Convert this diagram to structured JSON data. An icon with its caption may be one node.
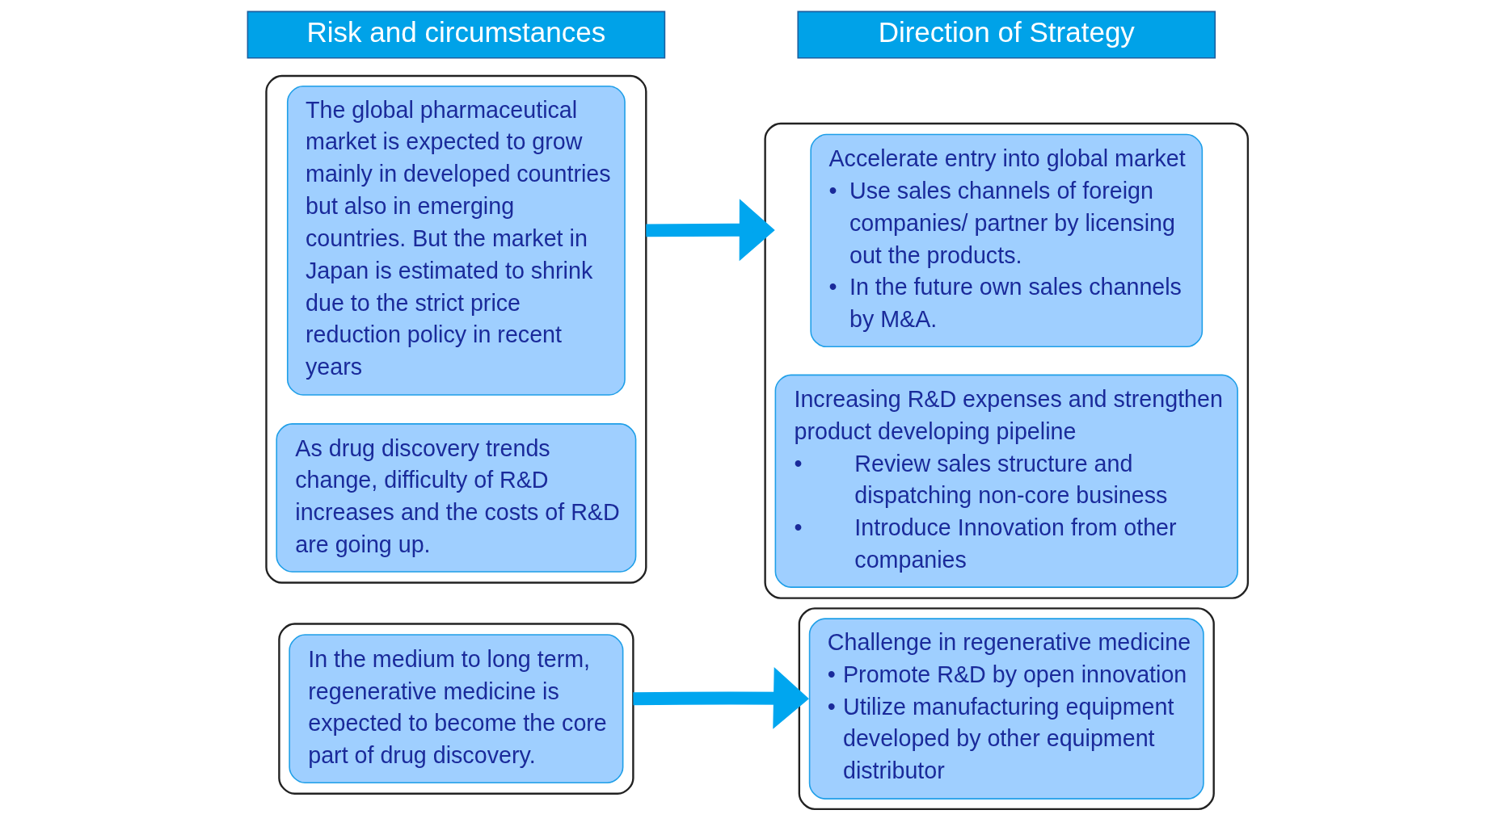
{
  "diagram": {
    "nodes": [
      {
        "text": [
          "Risk and circumstances"
        ]
      },
      {
        "text": [
          "Direction of Strategy"
        ]
      },
      {
        "text": [],
        "shape": "box"
      },
      {
        "text": [
          "The global pharmaceutical market is expected to grow mainly in developed countries but also in emerging countries. But the market in Japan is estimated to shrink due to the strict price reduction policy in recent years"
        ],
        "in": 2
      },
      {
        "text": [
          "As drug discovery trends change, difficulty of R&D increases and the costs of R&D are going up."
        ],
        "in": 2
      },
      {
        "text": [],
        "shape": "box"
      },
      {
        "text": [
          "Accelerate entry into global market",
          "• Use sales channels of foreign companies/ partner by licensing out the products.",
          "• In the future own sales channels by M&A."
        ],
        "in": 5
      },
      {
        "text": [
          "Increasing R&D expenses and strengthen product developing pipeline",
          "• Review sales structure and dispatching non-core business",
          "• Introduce Innovation from other companies"
        ],
        "in": 5
      },
      {
        "text": [],
        "shape": "box"
      },
      {
        "text": [
          "In the medium to long term, regenerative medicine is expected to become the core part of drug discovery."
        ],
        "in": 8
      },
      {
        "text": [],
        "shape": "box"
      },
      {
        "text": [
          "Challenge in regenerative medicine",
          "• Promote R&D by open innovation",
          "• Utilize manufacturing equipment developed by other equipment distributor"
        ],
        "in": 10
      }
    ],
    "edges": [
      {
        "from": 2,
        "to": 5,
        "arrow": "to"
      },
      {
        "from": 8,
        "to": 10,
        "arrow": "to"
      }
    ]
  }
}
